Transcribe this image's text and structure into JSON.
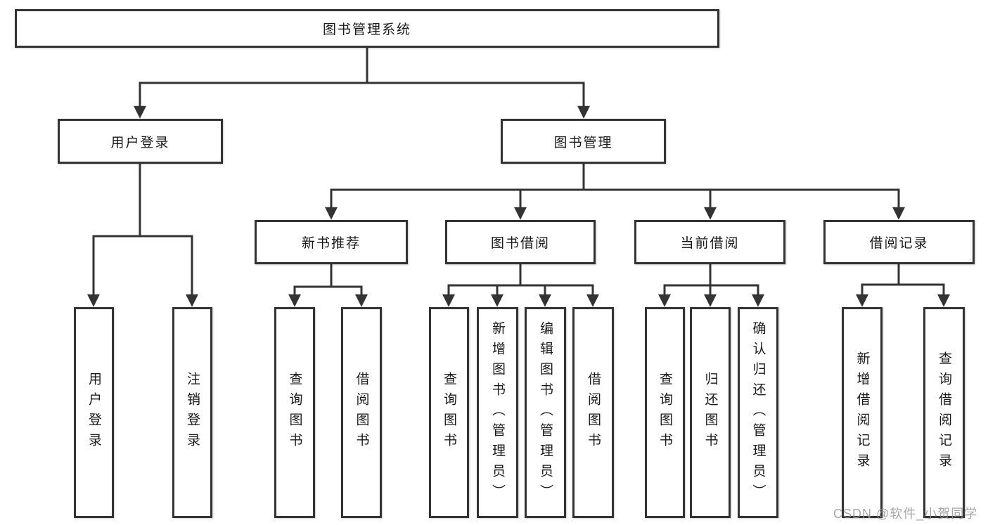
{
  "tree": {
    "root": {
      "label": "图书管理系统"
    },
    "branches": [
      {
        "label": "用户登录",
        "children": [
          {
            "label": "用户登录"
          },
          {
            "label": "注销登录"
          }
        ]
      },
      {
        "label": "图书管理",
        "children": [
          {
            "label": "新书推荐",
            "children": [
              {
                "label": "查询图书"
              },
              {
                "label": "借阅图书"
              }
            ]
          },
          {
            "label": "图书借阅",
            "children": [
              {
                "label": "查询图书"
              },
              {
                "label": "新增图书（管理员）"
              },
              {
                "label": "编辑图书（管理员）"
              },
              {
                "label": "借阅图书"
              }
            ]
          },
          {
            "label": "当前借阅",
            "children": [
              {
                "label": "查询图书"
              },
              {
                "label": "归还图书"
              },
              {
                "label": "确认归还（管理员）"
              }
            ]
          },
          {
            "label": "借阅记录",
            "children": [
              {
                "label": "新增借阅记录"
              },
              {
                "label": "查询借阅记录"
              }
            ]
          }
        ]
      }
    ]
  },
  "watermark": {
    "text": "CSDN @软件_小贺同学"
  },
  "colors": {
    "line": "#333333",
    "border": "#333333",
    "text": "#1a1a1a",
    "watermark": "#969696"
  }
}
